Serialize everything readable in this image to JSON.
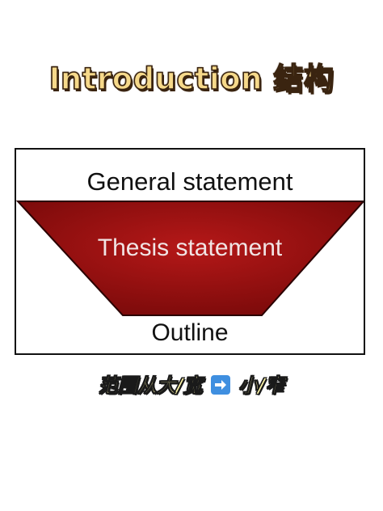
{
  "header": {
    "title": "Introduction 结构"
  },
  "diagram": {
    "general_statement": "General statement",
    "thesis_statement": "Thesis statement",
    "outline": "Outline",
    "funnel_color": "#8b0d0d",
    "funnel_center_color": "#b51818"
  },
  "caption": {
    "left_text": "范围从大/宽",
    "arrow_icon": "right-arrow-icon",
    "right_text": "小/窄"
  }
}
